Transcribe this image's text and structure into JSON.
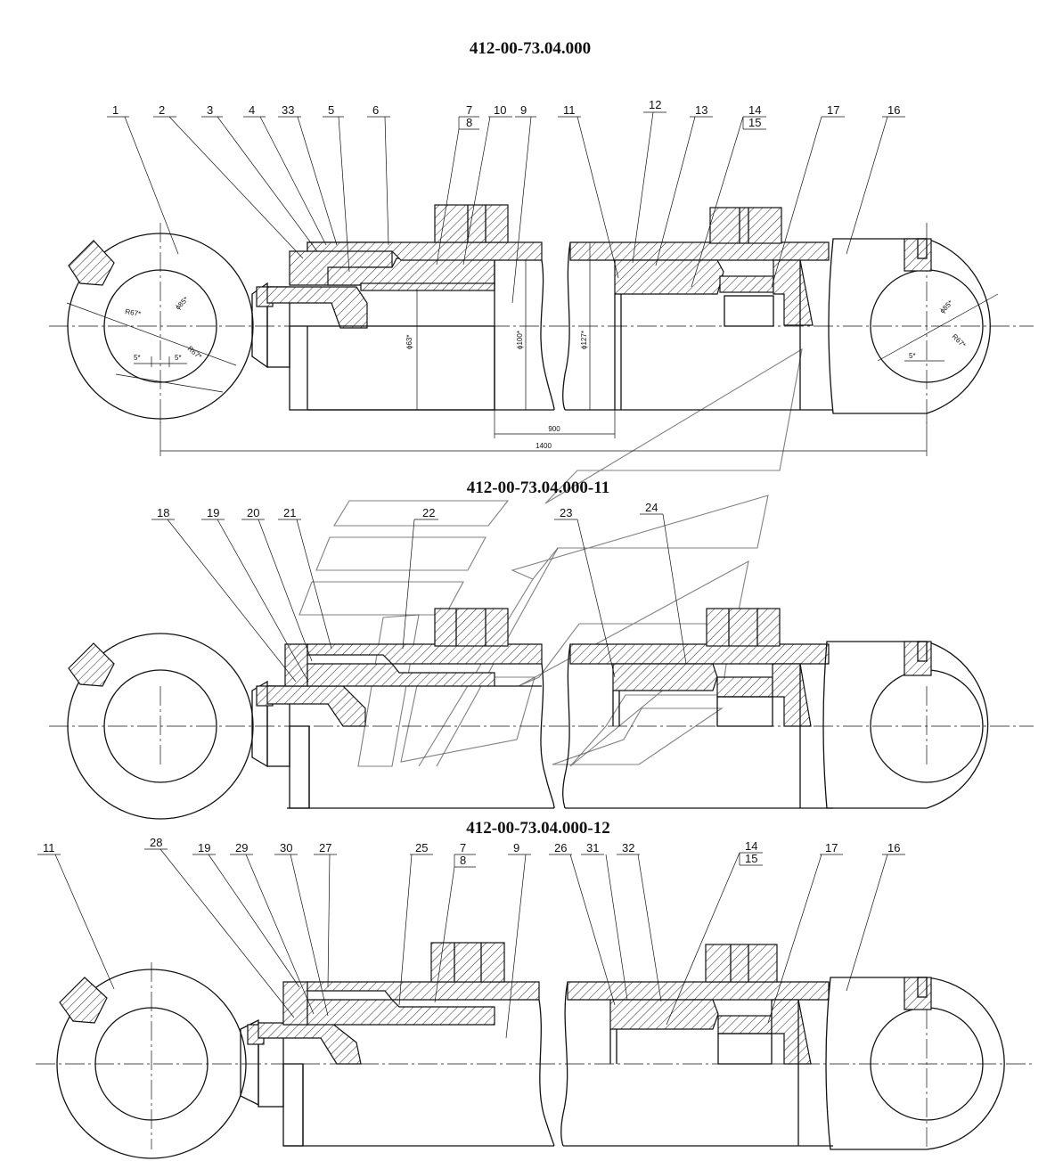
{
  "views": [
    {
      "title": "412-00-73.04.000",
      "callouts": [
        "1",
        "2",
        "3",
        "4",
        "33",
        "5",
        "6",
        "7",
        "8",
        "10",
        "9",
        "11",
        "12",
        "13",
        "14",
        "15",
        "17",
        "16"
      ],
      "dimensions": [
        "R67*",
        "ϕ85*",
        "R67*",
        "5*",
        "5*",
        "ϕ63*",
        "ϕ100*",
        "ϕ127*",
        "900",
        "1400",
        "ϕ85*",
        "R67*",
        "5*"
      ]
    },
    {
      "title": "412-00-73.04.000-11",
      "callouts": [
        "18",
        "19",
        "20",
        "21",
        "22",
        "23",
        "24"
      ]
    },
    {
      "title": "412-00-73.04.000-12",
      "callouts": [
        "11",
        "28",
        "19",
        "29",
        "30",
        "27",
        "25",
        "7",
        "8",
        "9",
        "26",
        "31",
        "32",
        "14",
        "15",
        "17",
        "16"
      ]
    }
  ]
}
